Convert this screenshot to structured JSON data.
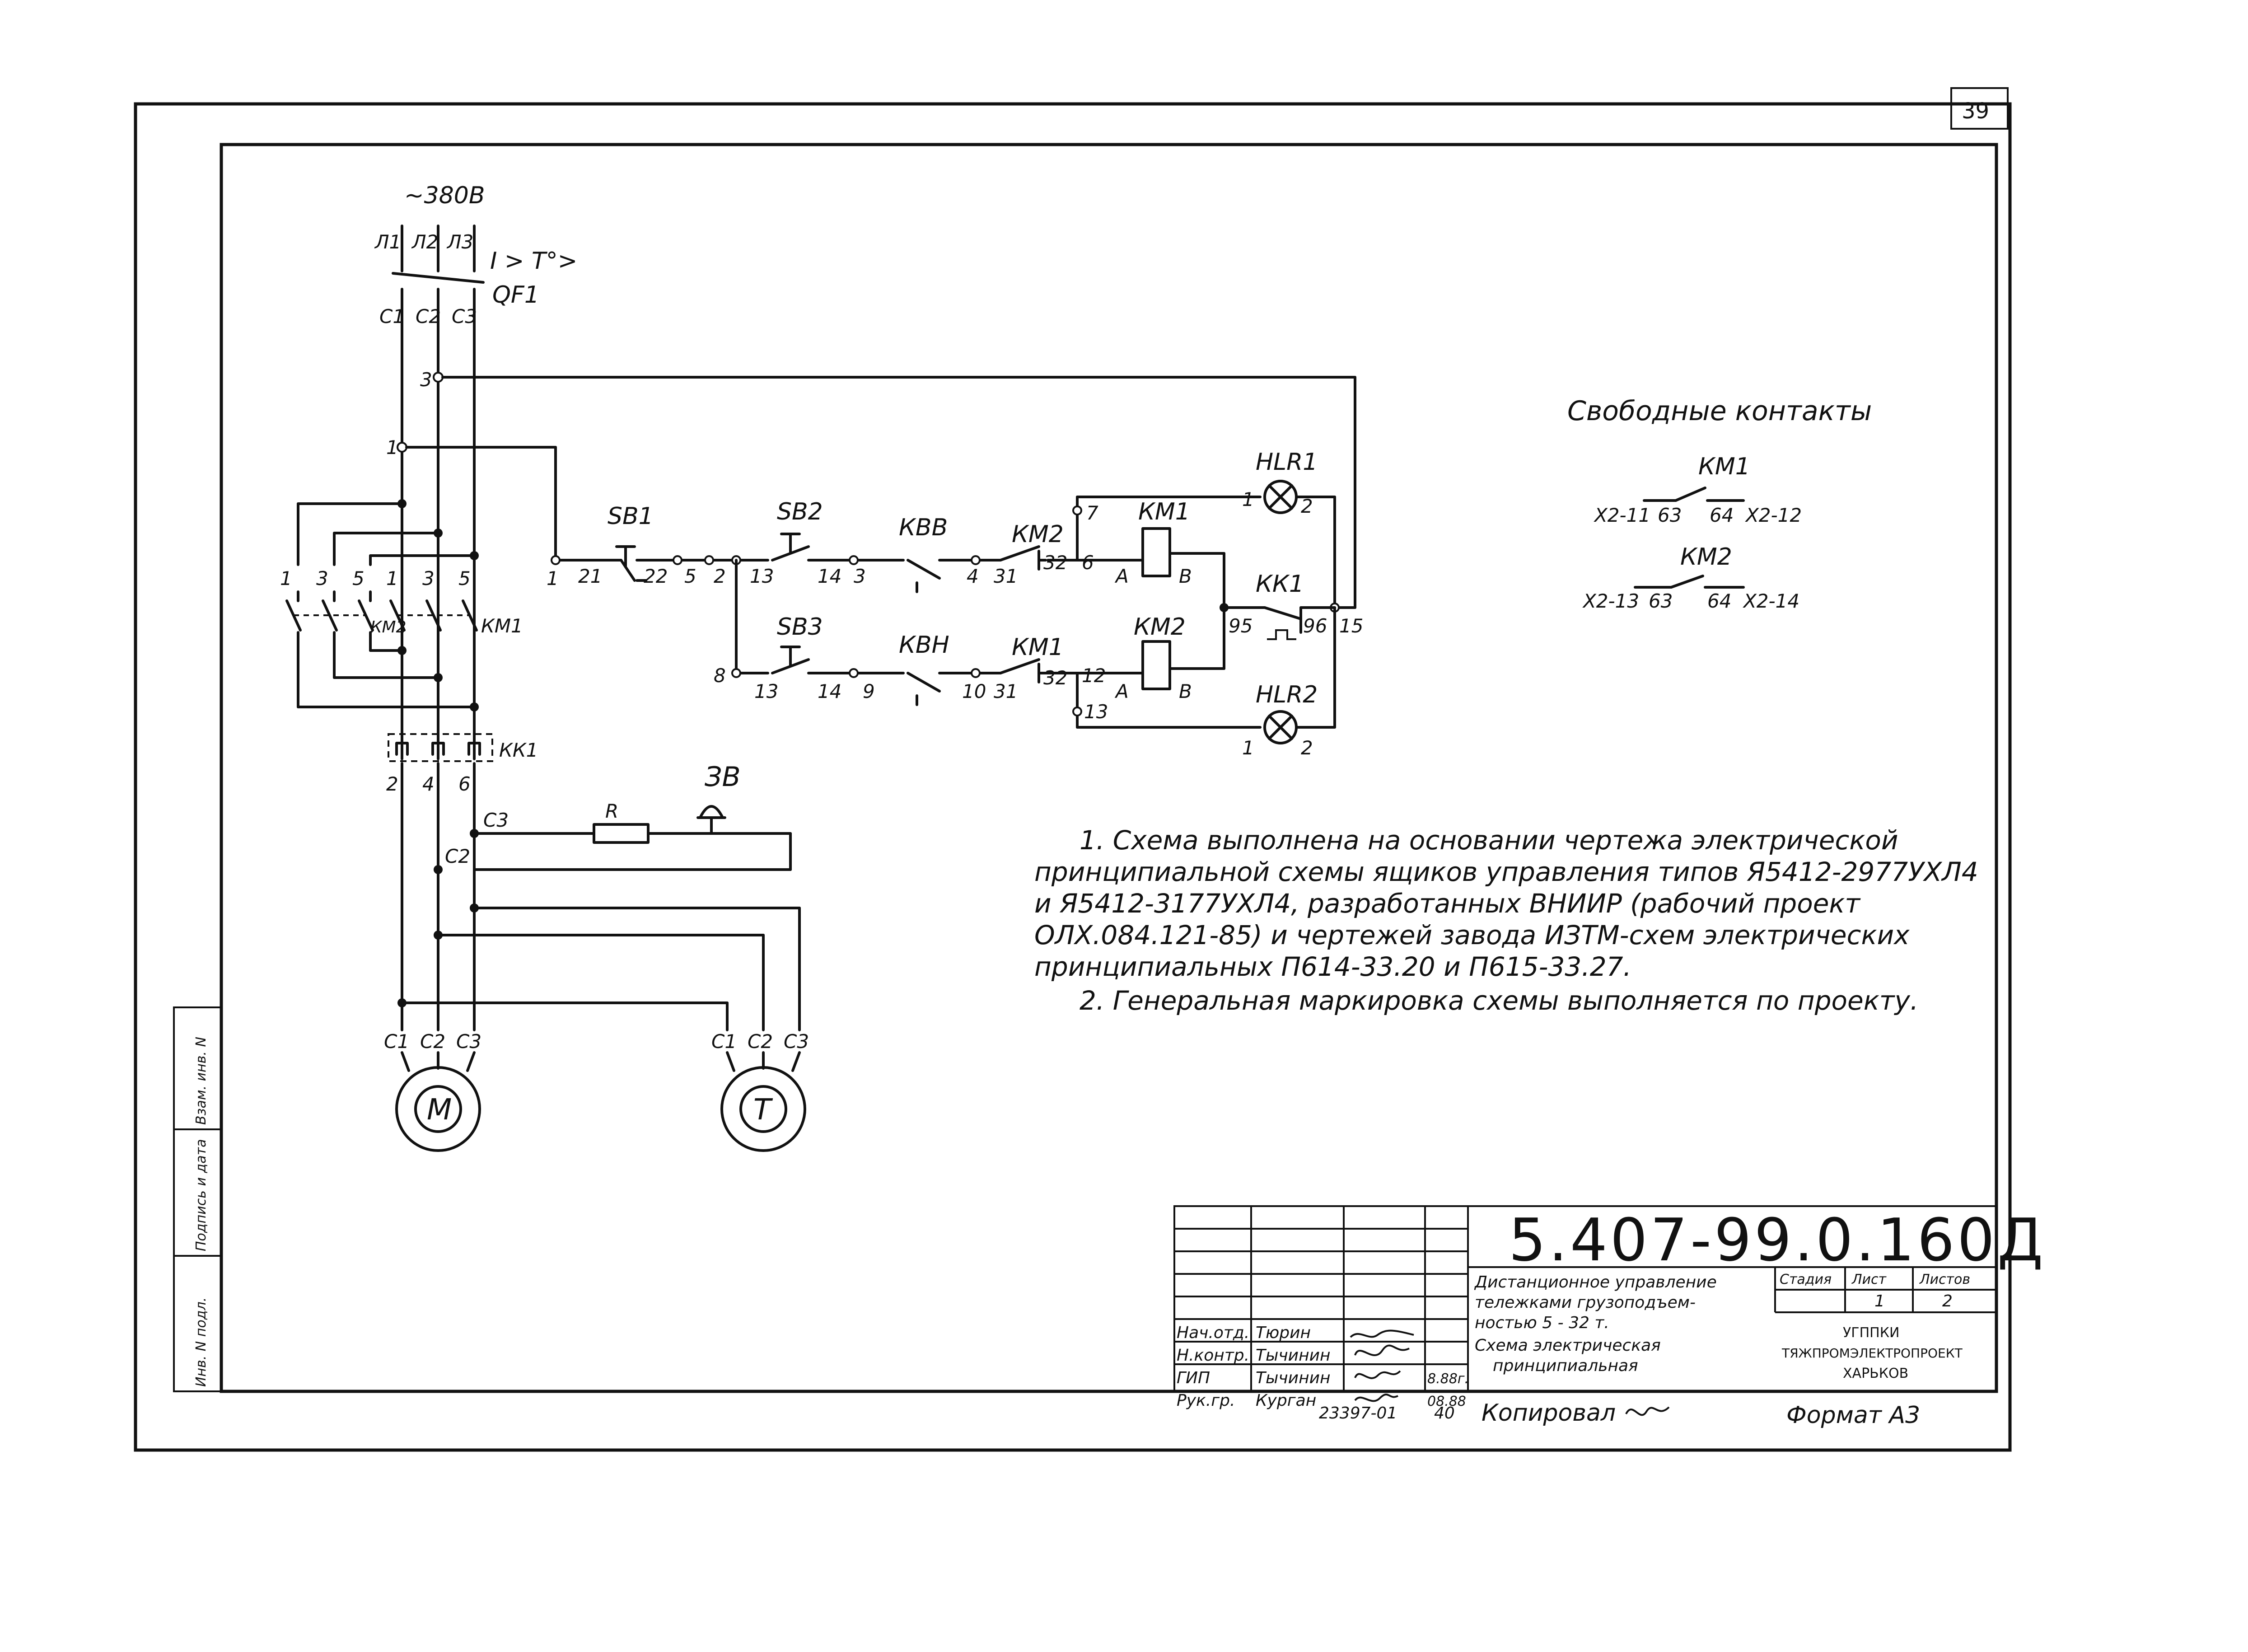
{
  "page": {
    "sheet_number": "39"
  },
  "power": {
    "supply": "~380В",
    "phases": [
      "Л1",
      "Л2",
      "Л3"
    ],
    "breaker": {
      "name": "QF1",
      "prot": "I > T°>",
      "outputs": [
        "С1",
        "С2",
        "С3"
      ]
    },
    "taps": [
      "3",
      "1"
    ]
  },
  "contactors": {
    "terminals": [
      "1",
      "3",
      "5",
      "1",
      "3",
      "5"
    ],
    "km2": "КМ2",
    "km1": "КМ1",
    "kk1": "КК1",
    "kk1_terms": [
      "2",
      "4",
      "6"
    ]
  },
  "branch": {
    "c3": "С3",
    "c2": "С2",
    "resistor": "R",
    "horn": "ЗВ"
  },
  "motors": {
    "m": {
      "symbol": "М",
      "terms": [
        "С1",
        "С2",
        "С3"
      ]
    },
    "t": {
      "symbol": "Т",
      "terms": [
        "С1",
        "С2",
        "С3"
      ]
    }
  },
  "control": {
    "sb1": "SB1",
    "sb2": "SB2",
    "sb3": "SB3",
    "kbb": "КВВ",
    "kbh": "КВН",
    "km2_top": "КМ2",
    "km1_bot": "КМ1",
    "coil_top": "КМ1",
    "coil_bot": "КМ2",
    "kk1": "КК1",
    "hlr1": "HLR1",
    "hlr2": "HLR2",
    "nodes_top": [
      "1",
      "21",
      "22",
      "5",
      "2",
      "13",
      "14",
      "3",
      "4",
      "31",
      "32",
      "6",
      "А",
      "В",
      "7"
    ],
    "nodes_bot": [
      "8",
      "13",
      "14",
      "9",
      "10",
      "31",
      "32",
      "12",
      "13",
      "А",
      "В"
    ],
    "kk1_terms": [
      "95",
      "96",
      "15"
    ],
    "lamp_terms": [
      "1",
      "2"
    ]
  },
  "free_contacts": {
    "title": "Свободные контакты",
    "km1": {
      "name": "КМ1",
      "left": "X2-11",
      "a": "63",
      "b": "64",
      "right": "X2-12"
    },
    "km2": {
      "name": "КМ2",
      "left": "X2-13",
      "a": "63",
      "b": "64",
      "right": "X2-14"
    }
  },
  "notes": [
    "1. Схема выполнена на основании чертежа электрической",
    "принципиальной схемы ящиков управления типов Я5412-2977УХЛ4",
    "и Я5412-3177УХЛ4, разработанных ВНИИР (рабочий проект",
    "ОЛХ.084.121-85) и чертежей завода ИЗТМ-схем электрических",
    "принципиальных П614-33.20 и П615-33.27.",
    "2. Генеральная маркировка схемы выполняется по проекту."
  ],
  "title_block": {
    "code": "5.407-99.0.160Д",
    "title_lines": [
      "Дистанционное управление",
      "тележками грузоподъем-",
      "ностью 5 - 32 т.",
      "Схема электрическая",
      "принципиальная"
    ],
    "stage_label": "Стадия",
    "sheet_label": "Лист",
    "sheets_label": "Листов",
    "sheet": "1",
    "sheets": "2",
    "org": [
      "УГППКИ",
      "ТЯЖПРОМЭЛЕКТРОПРОЕКТ",
      "ХАРЬКОВ"
    ],
    "people": [
      {
        "role": "Нач.отд.",
        "name": "Тюрин"
      },
      {
        "role": "Н.контр.",
        "name": "Тычинин"
      },
      {
        "role": "ГИП",
        "name": "Тычинин"
      },
      {
        "role": "Рук.гр.",
        "name": "Курган"
      }
    ],
    "dates": [
      "8.88г.",
      "08.88"
    ],
    "inv": "23397-01",
    "inv_sheet": "40",
    "copied": "Копировал",
    "format": "Формат А3"
  },
  "side_stamp": [
    "Инв. N подл.",
    "Подпись и дата",
    "Взам. инв. N"
  ]
}
